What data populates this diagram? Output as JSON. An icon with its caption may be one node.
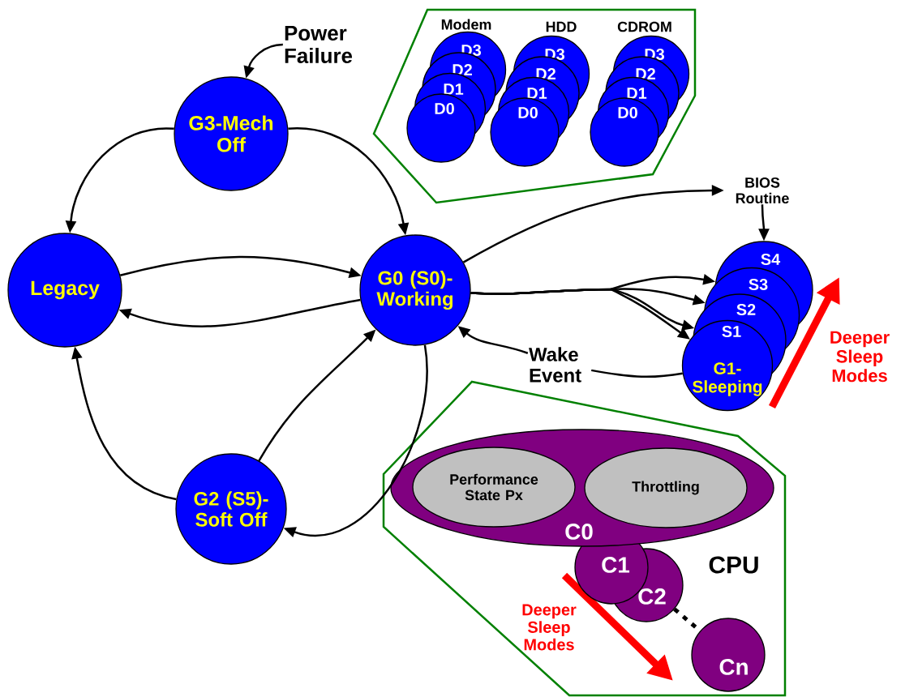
{
  "diagram": {
    "nodes": [
      {
        "text": [
          "Power Failure"
        ]
      },
      {
        "text": [
          "G3-Mech Off"
        ]
      },
      {
        "text": [],
        "shape": "hexagon"
      },
      {
        "text": [
          "D3"
        ],
        "in": 2
      },
      {
        "text": [
          "D2"
        ],
        "in": 2
      },
      {
        "text": [
          "D1"
        ],
        "in": 2
      },
      {
        "text": [
          "D0"
        ],
        "in": 2
      },
      {
        "text": [
          "D3"
        ],
        "in": 2
      },
      {
        "text": [
          "D2"
        ],
        "in": 2
      },
      {
        "text": [
          "D1"
        ],
        "in": 2
      },
      {
        "text": [
          "D0"
        ],
        "in": 2
      },
      {
        "text": [
          "D3"
        ],
        "in": 2
      },
      {
        "text": [
          "D2"
        ],
        "in": 2
      },
      {
        "text": [
          "D1"
        ],
        "in": 2
      },
      {
        "text": [
          "D0"
        ],
        "in": 2
      },
      {
        "text": [
          "Legacy"
        ]
      },
      {
        "text": [
          "G0 (S0)-Working"
        ]
      },
      {
        "text": [
          "BIOS Routine"
        ]
      },
      {
        "text": [
          "S4"
        ]
      },
      {
        "text": [
          "S3"
        ]
      },
      {
        "text": [
          "S2"
        ]
      },
      {
        "text": [
          "S1",
          "G1-Sleeping"
        ]
      },
      {
        "text": [
          "Wake Event"
        ]
      },
      {
        "text": [
          "G2 (S5)-Soft Off"
        ]
      },
      {
        "text": [
          "CPU"
        ]
      },
      {
        "text": [
          "C0"
        ],
        "in": 24
      },
      {
        "text": [
          "Performance State Px"
        ],
        "in": 25
      },
      {
        "text": [
          "Throttling"
        ],
        "in": 25
      },
      {
        "text": [
          "C1"
        ],
        "in": 24
      },
      {
        "text": [
          "C2"
        ],
        "in": 24
      },
      {
        "text": [
          "Cn"
        ],
        "in": 24
      }
    ],
    "edges": [
      {
        "from": 0,
        "to": 1,
        "arrow": "to"
      },
      {
        "from": 1,
        "to": 15,
        "arrow": "to"
      },
      {
        "from": 1,
        "to": 16,
        "arrow": "to"
      },
      {
        "from": 15,
        "to": 16,
        "arrow": "to"
      },
      {
        "from": 16,
        "to": 15,
        "arrow": "to"
      },
      {
        "from": 23,
        "to": 15,
        "arrow": "to"
      },
      {
        "from": 23,
        "to": 16,
        "arrow": "to"
      },
      {
        "from": 16,
        "to": 23,
        "arrow": "to"
      },
      {
        "from": 16,
        "to": 17,
        "arrow": "to"
      },
      {
        "from": 17,
        "to": 18,
        "arrow": "to"
      },
      {
        "from": 16,
        "to": 18,
        "arrow": "to"
      },
      {
        "from": 16,
        "to": 19,
        "arrow": "to"
      },
      {
        "from": 16,
        "to": 20,
        "arrow": "to"
      },
      {
        "from": 16,
        "to": 21,
        "arrow": "to"
      },
      {
        "from": 21,
        "to": 22,
        "arrow": "none"
      },
      {
        "from": 22,
        "to": 16,
        "arrow": "to"
      },
      {
        "from": 29,
        "to": 30,
        "arrow": "none",
        "style": "dashed"
      }
    ],
    "labels": [
      "Modem",
      "HDD",
      "CDROM",
      "Deeper Sleep Modes",
      "Deeper Sleep Modes"
    ]
  }
}
